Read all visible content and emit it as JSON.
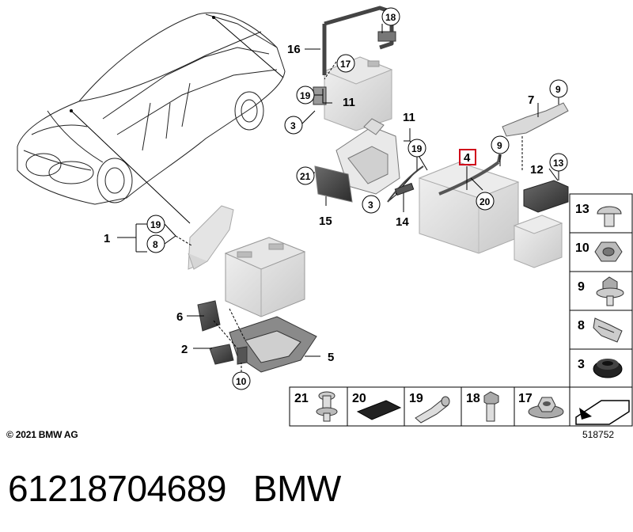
{
  "callouts": {
    "c1": "1",
    "c2": "2",
    "c3a": "3",
    "c3b": "3",
    "c4": "4",
    "c5": "5",
    "c6": "6",
    "c7": "7",
    "c8": "8",
    "c9a": "9",
    "c9b": "9",
    "c10": "10",
    "c11a": "11",
    "c11b": "11",
    "c12": "12",
    "c13": "13",
    "c14": "14",
    "c15": "15",
    "c16": "16",
    "c17": "17",
    "c18": "18",
    "c19a": "19",
    "c19b": "19",
    "c19c": "19",
    "c20": "20",
    "c21": "21"
  },
  "highlight_color": "#d0021b",
  "legend_right": [
    "13",
    "10",
    "9",
    "8",
    "3"
  ],
  "legend_bottom": [
    "21",
    "20",
    "19",
    "18",
    "17"
  ],
  "footer": {
    "copyright": "© 2021 BMW AG",
    "diagram_ref": "518752",
    "part_number": "61218704689",
    "brand": "BMW"
  }
}
